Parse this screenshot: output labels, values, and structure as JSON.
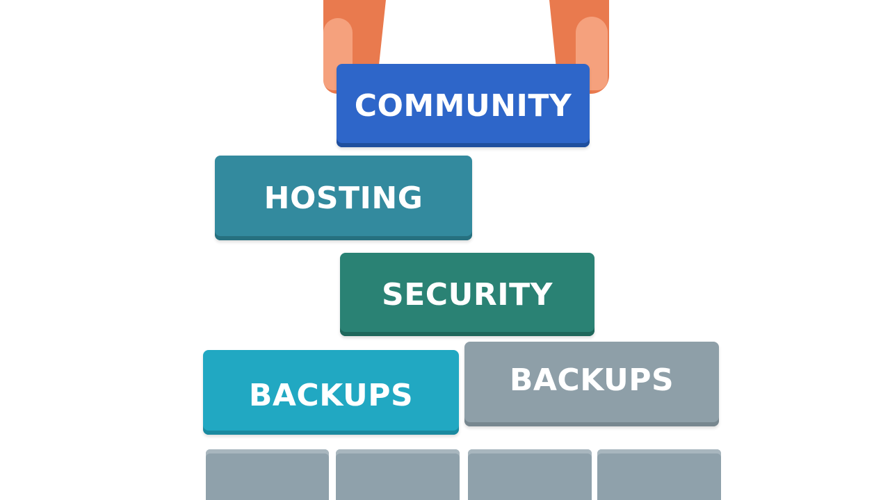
{
  "blocks": {
    "community": "COMMUNITY",
    "hosting": "HOSTING",
    "security": "SECURITY",
    "backups_left": "BACKUPS",
    "backups_right": "BACKUPS"
  },
  "colors": {
    "community": "#2e66c9",
    "hosting": "#338a9e",
    "security": "#2a8274",
    "backups_left": "#21a8c2",
    "backups_right": "#8e9fa8",
    "base_blocks": "#8fa1ab",
    "hand": "#e97a4e",
    "hand_highlight": "#f5a17d",
    "background": "#ffffff"
  },
  "icons": {
    "hands": "hand-illustration"
  }
}
